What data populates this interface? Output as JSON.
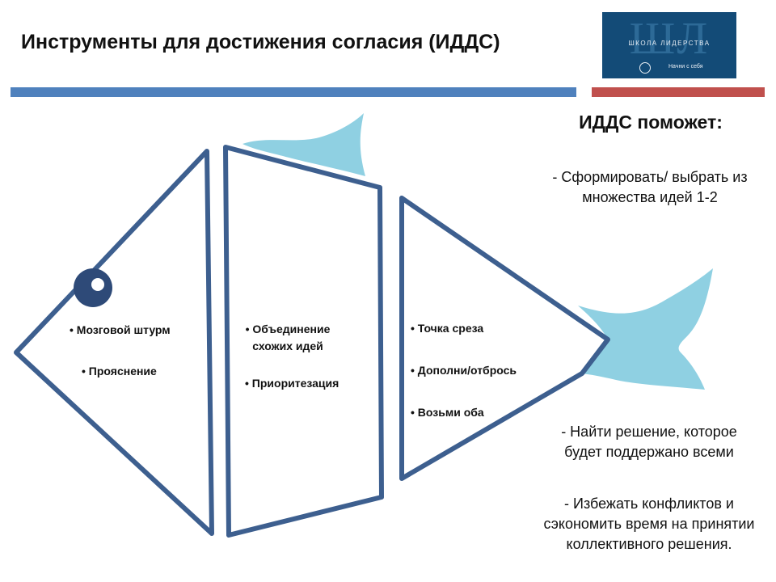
{
  "header": {
    "title": "Инструменты для достижения согласия (ИДДС)"
  },
  "logo": {
    "big_letters": "ШЛ",
    "school_name": "ШКОЛА ЛИДЕРСТВА",
    "tagline": "Начни с себя"
  },
  "colors": {
    "outline": "#3d5f8f",
    "fin": "#8fd0e2",
    "bar_blue": "#4f81bd",
    "bar_red": "#c0504d"
  },
  "fish": {
    "head": {
      "items": [
        "Мозговой штурм",
        "Прояснение"
      ]
    },
    "body": {
      "items": [
        "Объединение схожих идей",
        "Приоритезация"
      ]
    },
    "tail": {
      "items": [
        "Точка среза",
        "Дополни/отбрось",
        "Возьми оба"
      ]
    }
  },
  "panel": {
    "heading": "ИДДС поможет:",
    "points": [
      "- Сформировать/ выбрать из множества идей 1-2",
      "- Найти решение, которое будет поддержано всеми",
      "-  Избежать конфликтов и сэкономить время на принятии коллективного решения."
    ]
  }
}
